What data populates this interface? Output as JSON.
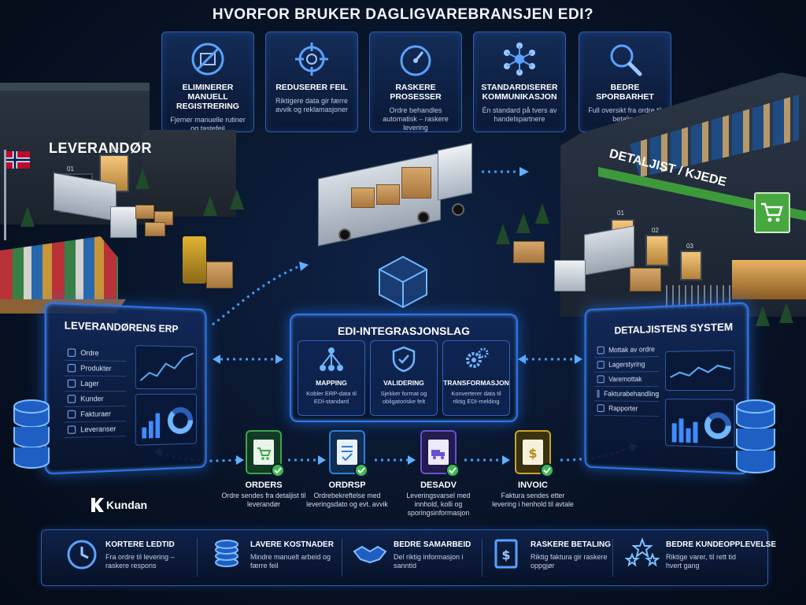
{
  "title": "HVORFOR BRUKER DAGLIGVAREBRANSJEN EDI?",
  "benefits": [
    {
      "icon": "no-paper-icon",
      "title": "ELIMINERER MANUELL REGISTRERING",
      "desc": "Fjerner manuelle rutiner og tastefeil"
    },
    {
      "icon": "target-icon",
      "title": "REDUSERER FEIL",
      "desc": "Riktigere data gir færre avvik og reklamasjoner"
    },
    {
      "icon": "speedometer-icon",
      "title": "RASKERE PROSESSER",
      "desc": "Ordre behandles automatisk – raskere levering"
    },
    {
      "icon": "network-icon",
      "title": "STANDARDISERER KOMMUNIKASJON",
      "desc": "Én standard på tvers av handelspartnere"
    },
    {
      "icon": "magnifier-icon",
      "title": "BEDRE SPORBARHET",
      "desc": "Full oversikt fra ordre til betaling"
    }
  ],
  "supplier": {
    "sign": "LEVERANDØR",
    "dock1": "01",
    "dock2": "02"
  },
  "retailer": {
    "sign": "DETALJIST / KJEDE",
    "dock1": "01",
    "dock2": "02",
    "dock3": "03"
  },
  "erp_left": {
    "title": "LEVERANDØRENS ERP",
    "menu": [
      "Ordre",
      "Produkter",
      "Lager",
      "Kunder",
      "Fakturaer",
      "Leveranser"
    ]
  },
  "erp_right": {
    "title": "DETALJISTENS SYSTEM",
    "menu": [
      "Mottak av ordre",
      "Lagerstyring",
      "Varemottak",
      "Fakturabehandling",
      "Rapporter"
    ]
  },
  "integration": {
    "title": "EDI-INTEGRASJONSLAG",
    "cards": [
      {
        "icon": "mapping-icon",
        "title": "MAPPING",
        "desc": "Kobler ERP-data til EDI-standard"
      },
      {
        "icon": "shield-check-icon",
        "title": "VALIDERING",
        "desc": "Sjekker format og obligatoriske felt"
      },
      {
        "icon": "gears-icon",
        "title": "TRANSFORMASJON",
        "desc": "Konverterer data til riktig EDI-melding"
      }
    ]
  },
  "messages": [
    {
      "title": "ORDERS",
      "desc": "Ordre sendes fra detaljist til leverandør",
      "color": "#3aa648"
    },
    {
      "title": "ORDRSP",
      "desc": "Ordrebekreftelse med leveringsdato og evt. avvik",
      "color": "#2b7fd8"
    },
    {
      "title": "DESADV",
      "desc": "Leveringsvarsel med innhold, kolli og sporingsinformasjon",
      "color": "#6a4fd1"
    },
    {
      "title": "INVOIC",
      "desc": "Faktura sendes etter levering i henhold til avtale",
      "color": "#c9a42a"
    }
  ],
  "logo": "Kundan",
  "outcomes": [
    {
      "icon": "clock-icon",
      "title": "KORTERE LEDTID",
      "desc": "Fra ordre til levering – raskere respons"
    },
    {
      "icon": "coins-icon",
      "title": "LAVERE KOSTNADER",
      "desc": "Mindre manuelt arbeid og færre feil"
    },
    {
      "icon": "handshake-icon",
      "title": "BEDRE SAMARBEID",
      "desc": "Del riktig informasjon i sanntid"
    },
    {
      "icon": "invoice-icon",
      "title": "RASKERE BETALING",
      "desc": "Riktig faktura gir raskere oppgjør"
    },
    {
      "icon": "stars-icon",
      "title": "BEDRE KUNDEOPPLEVELSE",
      "desc": "Riktige varer, til rett tid hvert gang"
    }
  ],
  "colors": {
    "accent": "#2c74e8",
    "glow": "#4aa3ff",
    "green": "#3dbb4f"
  }
}
